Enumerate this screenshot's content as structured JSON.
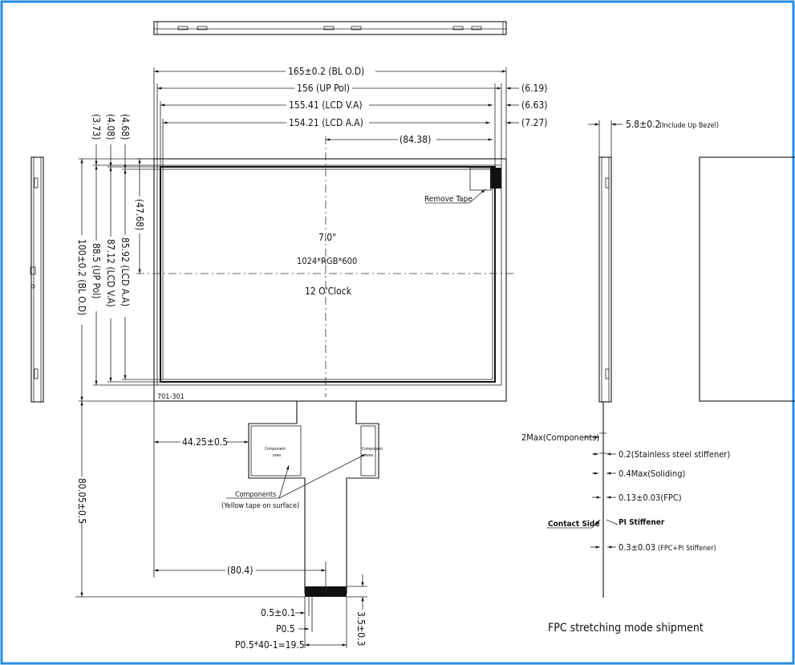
{
  "dims": {
    "bl_od_w": "165±0.2 (BL O.D)",
    "up_pol_w": "156 (UP Pol)",
    "lcd_va_w": "155.41 (LCD V.A)",
    "lcd_aa_w": "154.21 (LCD A.A)",
    "r619": "(6.19)",
    "r663": "(6.63)",
    "r727": "(7.27)",
    "c8438": "(84.38)",
    "v468": "(4.68)",
    "v408": "(4.08)",
    "v373": "(3.73)",
    "v4768": "(47.68)",
    "lcd_aa_h": "85.92 (LCD A.A)",
    "lcd_va_h": "87.12 (LCD V.A)",
    "up_pol_h": "88.5 (UP Pol)",
    "bl_od_h": "100±0.2 (BL O.D)",
    "fpc_len": "80.05±0.5",
    "fpc_off": "44.25±0.5",
    "fpc_x": "(80.4)",
    "pin_w": "0.5±0.1",
    "pitch": "P0.5",
    "pitch_total": "P0.5*40-1=19.5",
    "pin_len": "3.5±0.3",
    "thickness": "5.8±0.2",
    "thickness_note": "(Include Up Bezel)"
  },
  "labels": {
    "size": "7.0\"",
    "resolution": "1024*RGB*600",
    "orientation": "12 O'Clock",
    "remove_tape": "Remove Tape",
    "part_no": "701-301",
    "comp_area_a": "Component",
    "comp_area_b": "area",
    "comp_area2_a": "Component",
    "comp_area2_b": "area",
    "components": "Components",
    "components_note": "(Yellow tape on surface)",
    "fpc_shipment": "FPC stretching mode shipment"
  },
  "stack": {
    "comp_max": "2Max(Components)",
    "ss_stiff": "0.2(Stainless steel stiffener)",
    "solder": "0.4Max(Soliding)",
    "fpc": "0.13±0.03(FPC)",
    "contact": "Contact Side",
    "pi_stiff": "PI Stiffener",
    "fpc_pi": "0.3±0.03",
    "fpc_pi_note": "(FPC+PI Stiffener)"
  },
  "colors": {
    "frame": "#2a8be0",
    "tape": "#111111"
  }
}
